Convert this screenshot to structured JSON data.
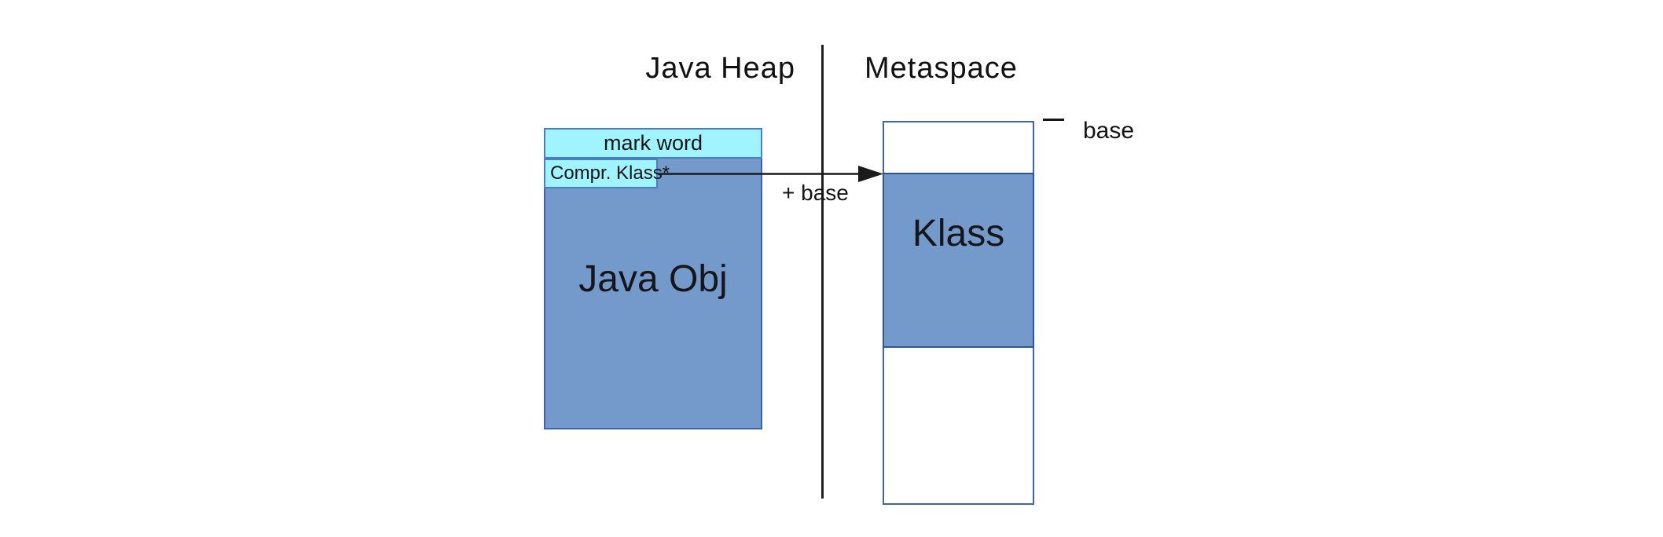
{
  "headers": {
    "left_region": "Java Heap",
    "right_region": "Metaspace"
  },
  "heap": {
    "object_label": "Java Obj",
    "mark_word_label": "mark word",
    "klass_pointer_label": "Compr. Klass*"
  },
  "pointer": {
    "arrow_label": "+ base"
  },
  "metaspace": {
    "klass_label": "Klass",
    "base_label": "base"
  },
  "colors": {
    "region_fill_blue": "#7499CB",
    "field_fill_cyan": "#A0F4FF",
    "outer_border_blue": "#3D64A8",
    "field_border_blue": "#4B7EC8",
    "klass_border_dark": "#2F5597",
    "line_black": "#1A1A1A"
  }
}
